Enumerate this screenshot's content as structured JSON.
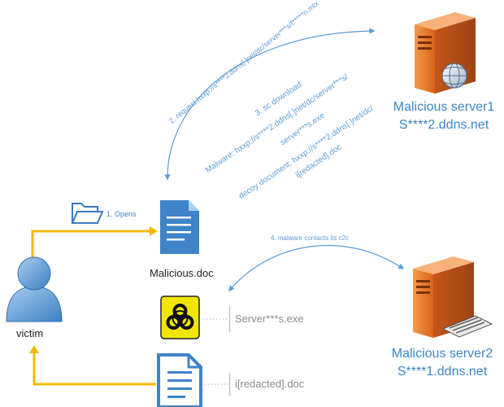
{
  "step1_label": "1. Opens",
  "step2_label": "2. request hxxp://s****2.ddns[.]net/dc/server***s/f*****n.mtx",
  "step3": {
    "title": "3. sc download:",
    "malware_line1": "Malware: hxxp://s****2.ddns[.]net/dc/server***s/",
    "malware_line2": "server***s.exe",
    "decoy_line1": "decoy document: hxxp://s****2.ddns[.]net/dc/",
    "decoy_line2": "i[redacted].doc"
  },
  "step4_label": "4. malware contacts its c2c",
  "server1": {
    "role": "Malicious server1",
    "host": "S****2.ddns.net",
    "icon": "server-globe-icon"
  },
  "server2": {
    "role": "Malicious server2",
    "host": "S****1.ddns.net",
    "icon": "server-tray-icon"
  },
  "malicious_doc_label": "Malicious.doc",
  "victim_label": "victim",
  "exe_label": "Server***s.exe",
  "decoy_doc_label": "i[redacted].doc",
  "colors": {
    "arrow_blue": "#5b9bd5",
    "flow_orange": "#f5b800",
    "label_blue": "#3a86c6",
    "server_orange": "#e87722",
    "biohazard_yellow": "#f2e500"
  }
}
